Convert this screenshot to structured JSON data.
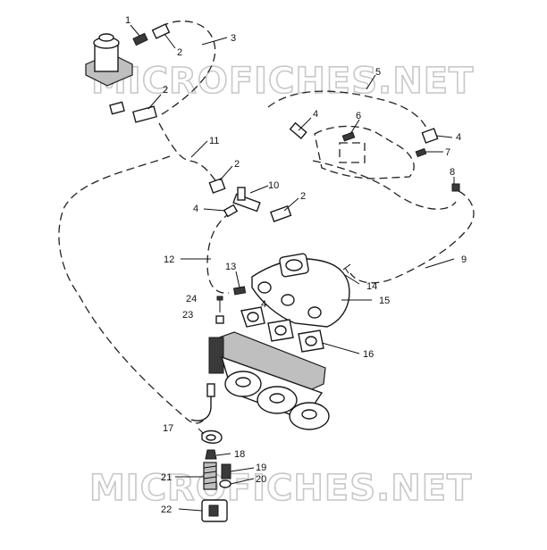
{
  "watermark": {
    "top": "MICROFICHES.NET",
    "bottom": "MICROFICHES.NET"
  },
  "callouts": [
    {
      "id": "c1",
      "label": "1"
    },
    {
      "id": "c2a",
      "label": "2"
    },
    {
      "id": "c3",
      "label": "3"
    },
    {
      "id": "c2b",
      "label": "2"
    },
    {
      "id": "c5",
      "label": "5"
    },
    {
      "id": "c4a",
      "label": "4"
    },
    {
      "id": "c6",
      "label": "6"
    },
    {
      "id": "c4b",
      "label": "4"
    },
    {
      "id": "c7",
      "label": "7"
    },
    {
      "id": "c11",
      "label": "11"
    },
    {
      "id": "c2c",
      "label": "2"
    },
    {
      "id": "c8",
      "label": "8"
    },
    {
      "id": "c10",
      "label": "10"
    },
    {
      "id": "c2d",
      "label": "2"
    },
    {
      "id": "c4c",
      "label": "4"
    },
    {
      "id": "c12",
      "label": "12"
    },
    {
      "id": "c9",
      "label": "9"
    },
    {
      "id": "c13",
      "label": "13"
    },
    {
      "id": "c14",
      "label": "14"
    },
    {
      "id": "c4d",
      "label": "4"
    },
    {
      "id": "c15",
      "label": "15"
    },
    {
      "id": "c24",
      "label": "24"
    },
    {
      "id": "c23",
      "label": "23"
    },
    {
      "id": "c16",
      "label": "16"
    },
    {
      "id": "c17",
      "label": "17"
    },
    {
      "id": "c18",
      "label": "18"
    },
    {
      "id": "c19",
      "label": "19"
    },
    {
      "id": "c21",
      "label": "21"
    },
    {
      "id": "c20",
      "label": "20"
    },
    {
      "id": "c22",
      "label": "22"
    }
  ]
}
